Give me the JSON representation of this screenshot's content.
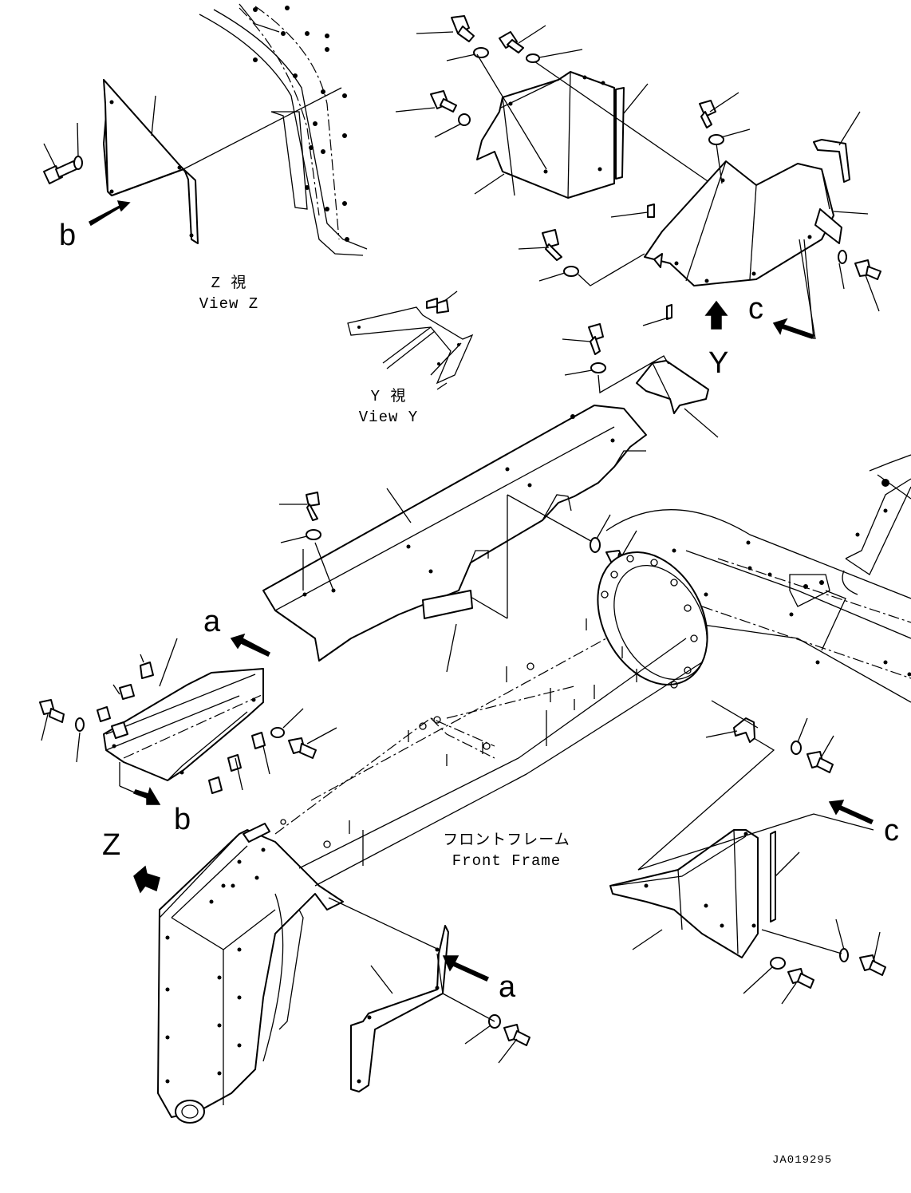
{
  "view_z": {
    "jp": "Z 視",
    "en": "View Z"
  },
  "view_y": {
    "jp": "Y 視",
    "en": "View Y"
  },
  "front_frame": {
    "jp": "フロントフレーム",
    "en": "Front Frame"
  },
  "letters": {
    "a_top": "a",
    "a_bottom": "a",
    "b_top": "b",
    "b_bottom": "b",
    "c_top": "c",
    "c_bottom": "c",
    "y": "Y",
    "z": "Z"
  },
  "drawing_code": "JA019295",
  "colors": {
    "line": "#000000",
    "paper": "#ffffff"
  }
}
